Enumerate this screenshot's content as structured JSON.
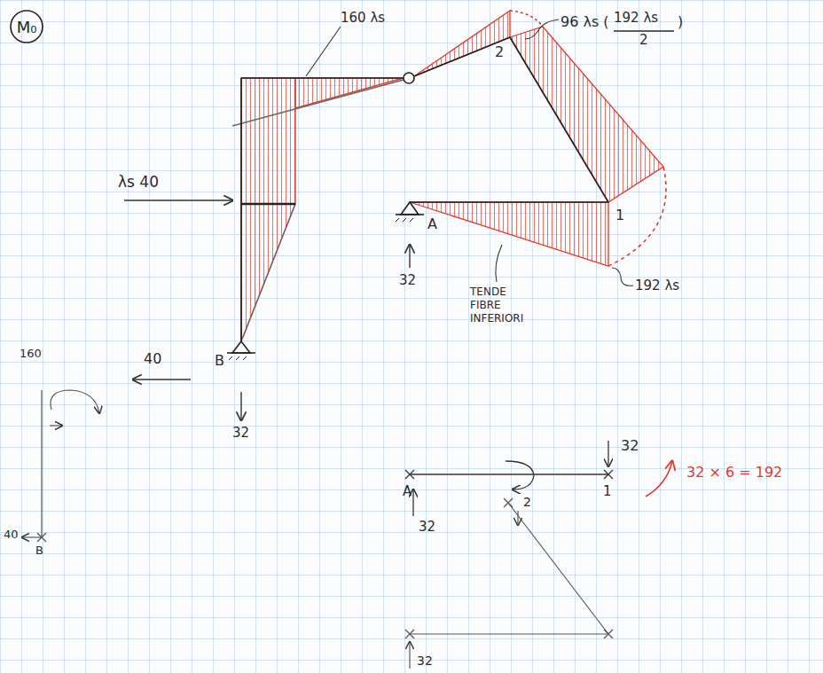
{
  "diagram": {
    "nodes": [
      {
        "text": [
          "M₀"
        ]
      }
    ],
    "labels": [
      "160 λs",
      "96 λs (",
      "192 λs",
      "2",
      ")",
      "2",
      "λs 40",
      "A",
      "1",
      "32",
      "TENDE FIBRE INFERIORI",
      "192 λs",
      "40",
      "B",
      "32",
      "160",
      "40",
      "B",
      "32",
      "A",
      "1",
      "32",
      "32 × 6 = 192",
      "2",
      "32"
    ]
  }
}
